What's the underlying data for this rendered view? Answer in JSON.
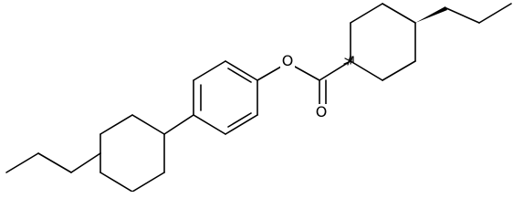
{
  "molecule": {
    "atom_labels": {
      "ester_oxygen": "O",
      "carbonyl_oxygen": "O"
    },
    "stereo": {
      "ring_top_substituent": "wedge",
      "ring_bottom_substituent": "hash"
    }
  }
}
